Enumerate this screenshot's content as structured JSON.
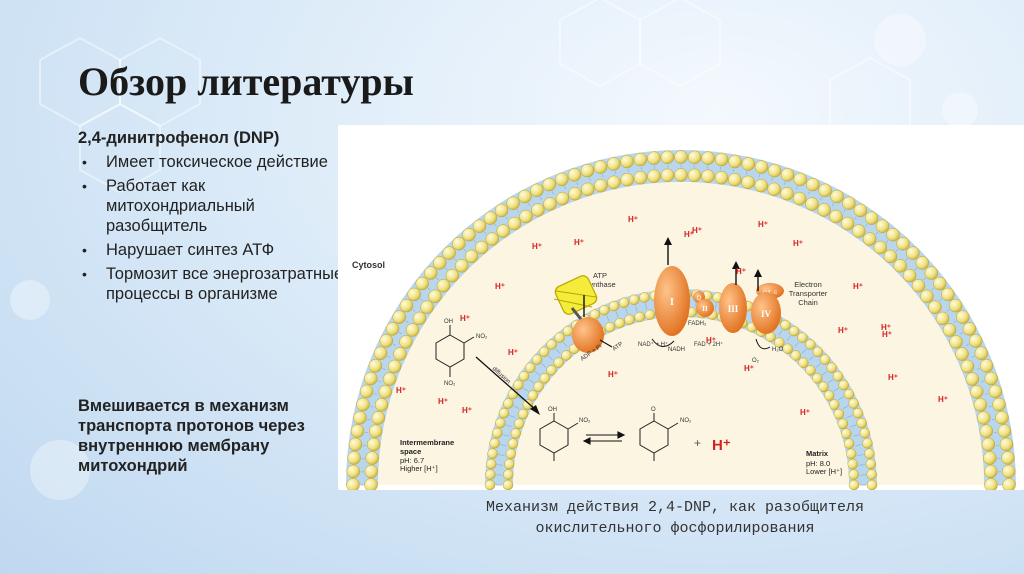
{
  "title": "Обзор литературы",
  "subheading": "2,4-динитрофенол (DNP)",
  "bullets": [
    "Имеет токсическое действие",
    "Работает как митохондриальный разобщитель",
    "Нарушает синтез АТФ",
    "Тормозит все энергозатратные процессы в организме"
  ],
  "paragraph": "Вмешивается в механизм транспорта протонов через внутреннюю мембрану митохондрий",
  "caption_line1": "Механизм действия 2,4-DNP, как разобщителя",
  "caption_line2": "окислительного фосфорилирования",
  "diagram": {
    "cytosol": "Cytosol",
    "atp_synthase_1": "ATP",
    "atp_synthase_2": "Synthase",
    "etc_1": "Electron",
    "etc_2": "Transporter",
    "etc_3": "Chain",
    "complex_1": "I",
    "complex_2": "II",
    "complex_3": "III",
    "complex_4": "IV",
    "complex_q": "Q",
    "cyt_c": "cyt. c",
    "nad": "NAD⁺ + H⁺",
    "nadh": "NADH",
    "fadh2": "FADH₂",
    "fad": "FAD + 2H⁺",
    "o2": "O₂",
    "h2o": "H₂O",
    "adp": "ADP + Pi",
    "atp": "ATP",
    "diffusion": "diffusion",
    "ims_1": "Intermembrane",
    "ims_2": "space",
    "ims_ph": "pH: 6.7",
    "ims_h": "Higher [H⁺]",
    "matrix": "Matrix",
    "matrix_ph": "pH: 8.0",
    "matrix_h": "Lower [H⁺]",
    "hplus": "H⁺",
    "hplus_big": "H⁺",
    "plus": "+",
    "oh": "OH",
    "o": "O",
    "no2": "NO₂"
  },
  "colors": {
    "outer_membrane_head": "#f1e48a",
    "membrane_core": "#b9d6ec",
    "ims_fill": "#fbf5e2",
    "protein": "#ee8a38",
    "hplus": "#d62020"
  }
}
